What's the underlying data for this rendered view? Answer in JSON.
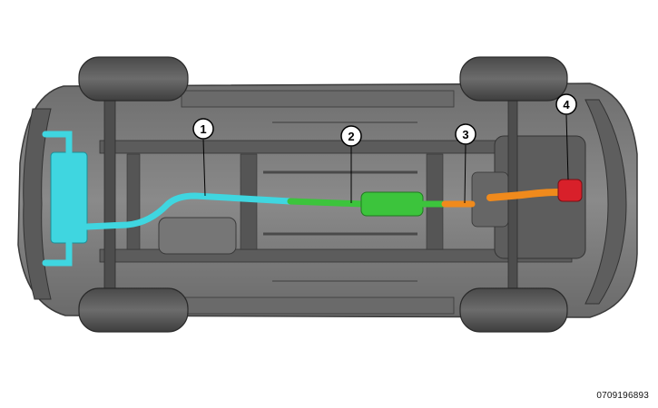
{
  "figure": {
    "id": "0709196893",
    "colors": {
      "body": "#7a7a7a",
      "body_dark": "#4a4a4a",
      "tire": "#555555",
      "muffler_section": "#3fd6e0",
      "resonator_section": "#3cc43c",
      "intermediate_section": "#f08a1c",
      "catalytic_section": "#d8202a"
    }
  },
  "callouts": [
    {
      "label": "1",
      "part": "muffler-and-tailpipe"
    },
    {
      "label": "2",
      "part": "resonator-pipe"
    },
    {
      "label": "3",
      "part": "intermediate-pipe"
    },
    {
      "label": "4",
      "part": "catalytic-converter"
    }
  ]
}
